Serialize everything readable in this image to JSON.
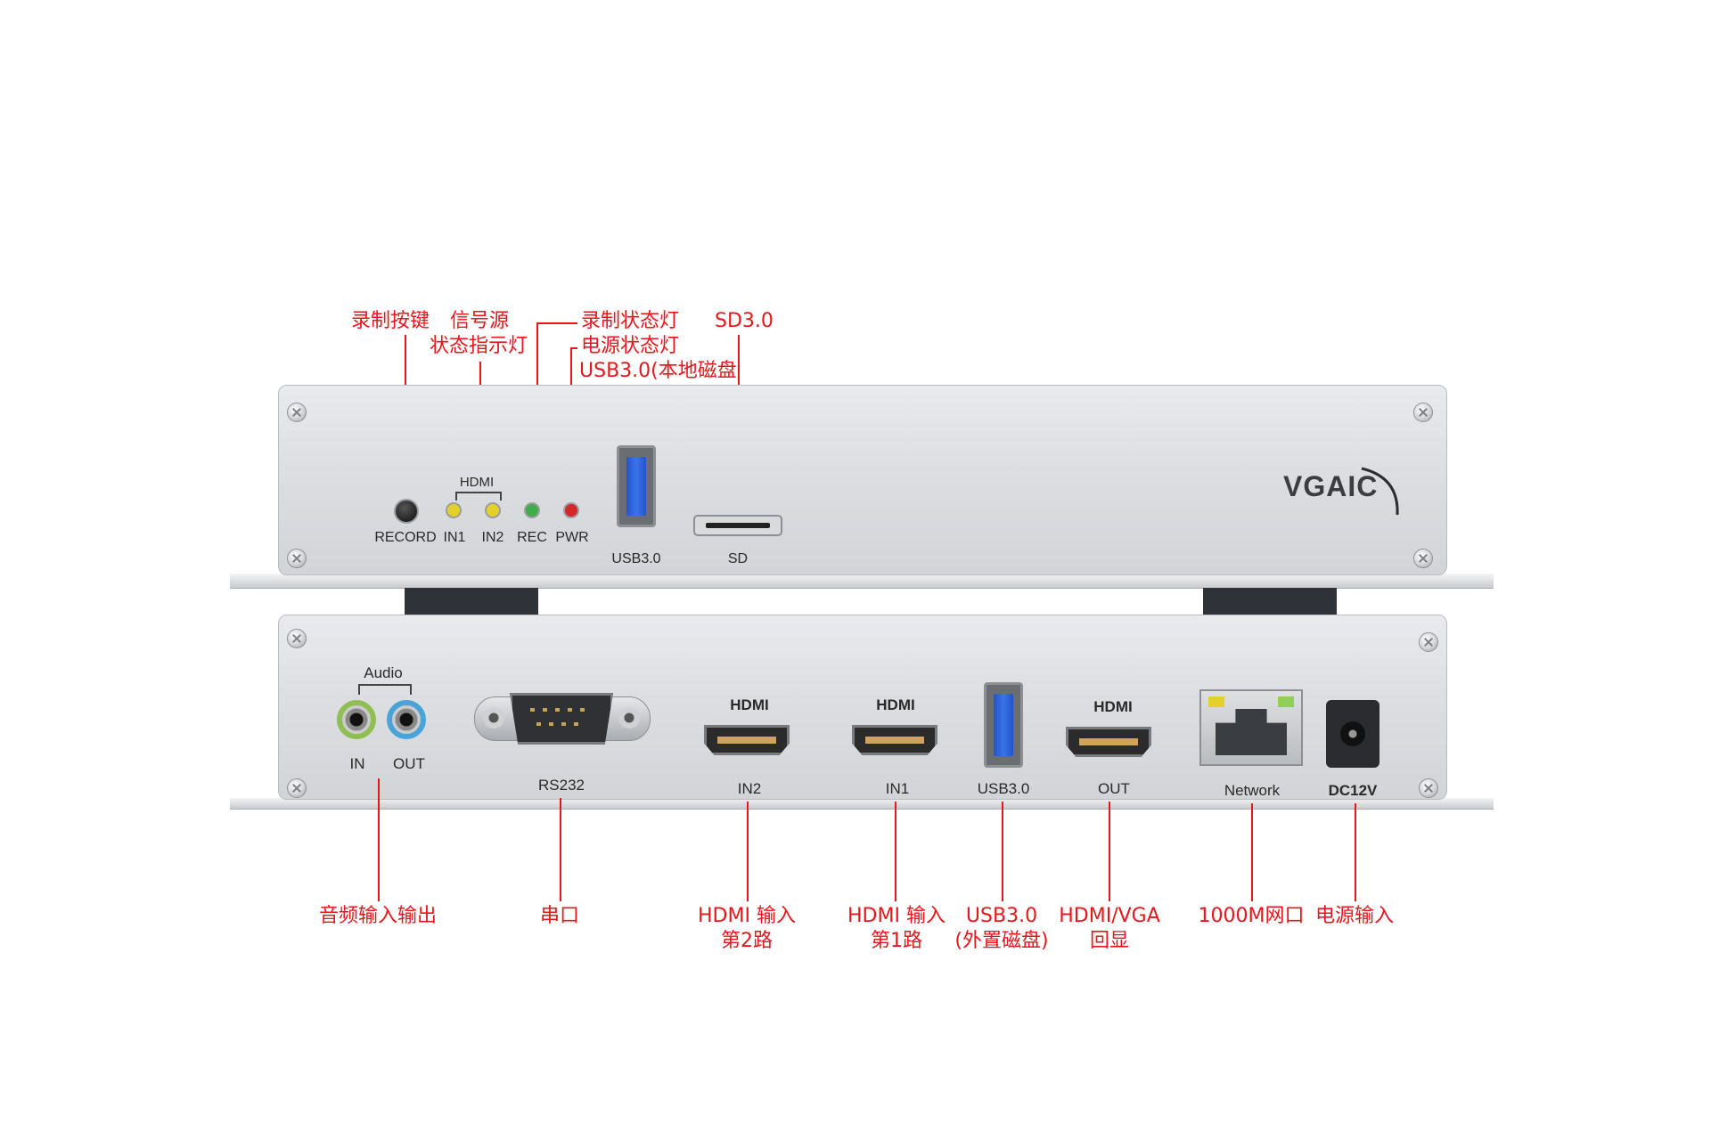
{
  "callouts": {
    "record_button": "录制按键",
    "signal_status_1": "信号源",
    "signal_status_2": "状态指示灯",
    "rec_status": "录制状态灯",
    "power_status": "电源状态灯",
    "usb_local": "USB3.0(本地磁盘",
    "sd": "SD3.0",
    "audio": "音频输入输出",
    "serial": "串口",
    "hdmi_in2_1": "HDMI 输入",
    "hdmi_in2_2": "第2路",
    "hdmi_in1_1": "HDMI 输入",
    "hdmi_in1_2": "第1路",
    "usb_ext_1": "USB3.0",
    "usb_ext_2": "(外置磁盘)",
    "hdmi_out_1": "HDMI/VGA",
    "hdmi_out_2": "回显",
    "network": "1000M网口",
    "power_in": "电源输入"
  },
  "front_panel": {
    "hdmi_group": "HDMI",
    "record": "RECORD",
    "in1": "IN1",
    "in2": "IN2",
    "rec": "REC",
    "pwr": "PWR",
    "usb": "USB3.0",
    "sd": "SD",
    "brand": "VGAIC"
  },
  "rear_panel": {
    "audio": "Audio",
    "in": "IN",
    "out": "OUT",
    "rs232": "RS232",
    "hdmi_in2_top": "HDMI",
    "hdmi_in2_bottom": "IN2",
    "hdmi_in1_top": "HDMI",
    "hdmi_in1_bottom": "IN1",
    "usb": "USB3.0",
    "hdmi_out_top": "HDMI",
    "hdmi_out_bottom": "OUT",
    "network": "Network",
    "dc": "DC12V"
  },
  "colors": {
    "callout": "#e8161b",
    "led_in": "#e3d12a",
    "led_rec": "#3fae4a",
    "led_pwr": "#d7262a",
    "usb_blue": "#2f66d8",
    "jack_in": "#8fbf54",
    "jack_out": "#4aa3d8"
  }
}
